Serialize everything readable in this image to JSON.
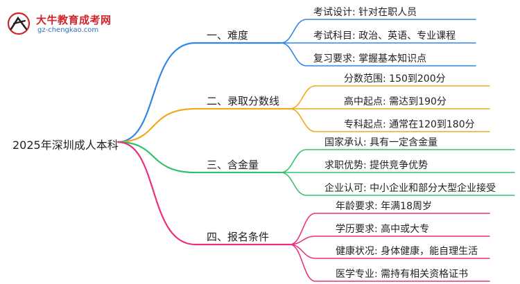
{
  "logo": {
    "name": "大牛教育成考网",
    "url": "gz-chengkao.com"
  },
  "root": "2025年深圳成人本科",
  "colors": {
    "blue": "#2f86e8",
    "orange": "#f2a81c",
    "green": "#35c06e",
    "pink": "#e8307f"
  },
  "branches": [
    {
      "label": "一、难度",
      "color": "blue",
      "items": [
        "考试设计: 针对在职人员",
        "考试科目: 政治、英语、专业课程",
        "复习要求: 掌握基本知识点"
      ]
    },
    {
      "label": "二、录取分数线",
      "color": "orange",
      "items": [
        "分数范围: 150到200分",
        "高中起点: 需达到190分",
        "专科起点: 通常在120到180分"
      ]
    },
    {
      "label": "三、含金量",
      "color": "green",
      "items": [
        "国家承认: 具有一定含金量",
        "求职优势: 提供竞争优势",
        "企业认可: 中小企业和部分大型企业接受"
      ]
    },
    {
      "label": "四、报名条件",
      "color": "pink",
      "items": [
        "年龄要求: 年满18周岁",
        "学历要求: 高中或大专",
        "健康状况: 身体健康，能自理生活",
        "医学专业: 需持有相关资格证书"
      ]
    }
  ]
}
